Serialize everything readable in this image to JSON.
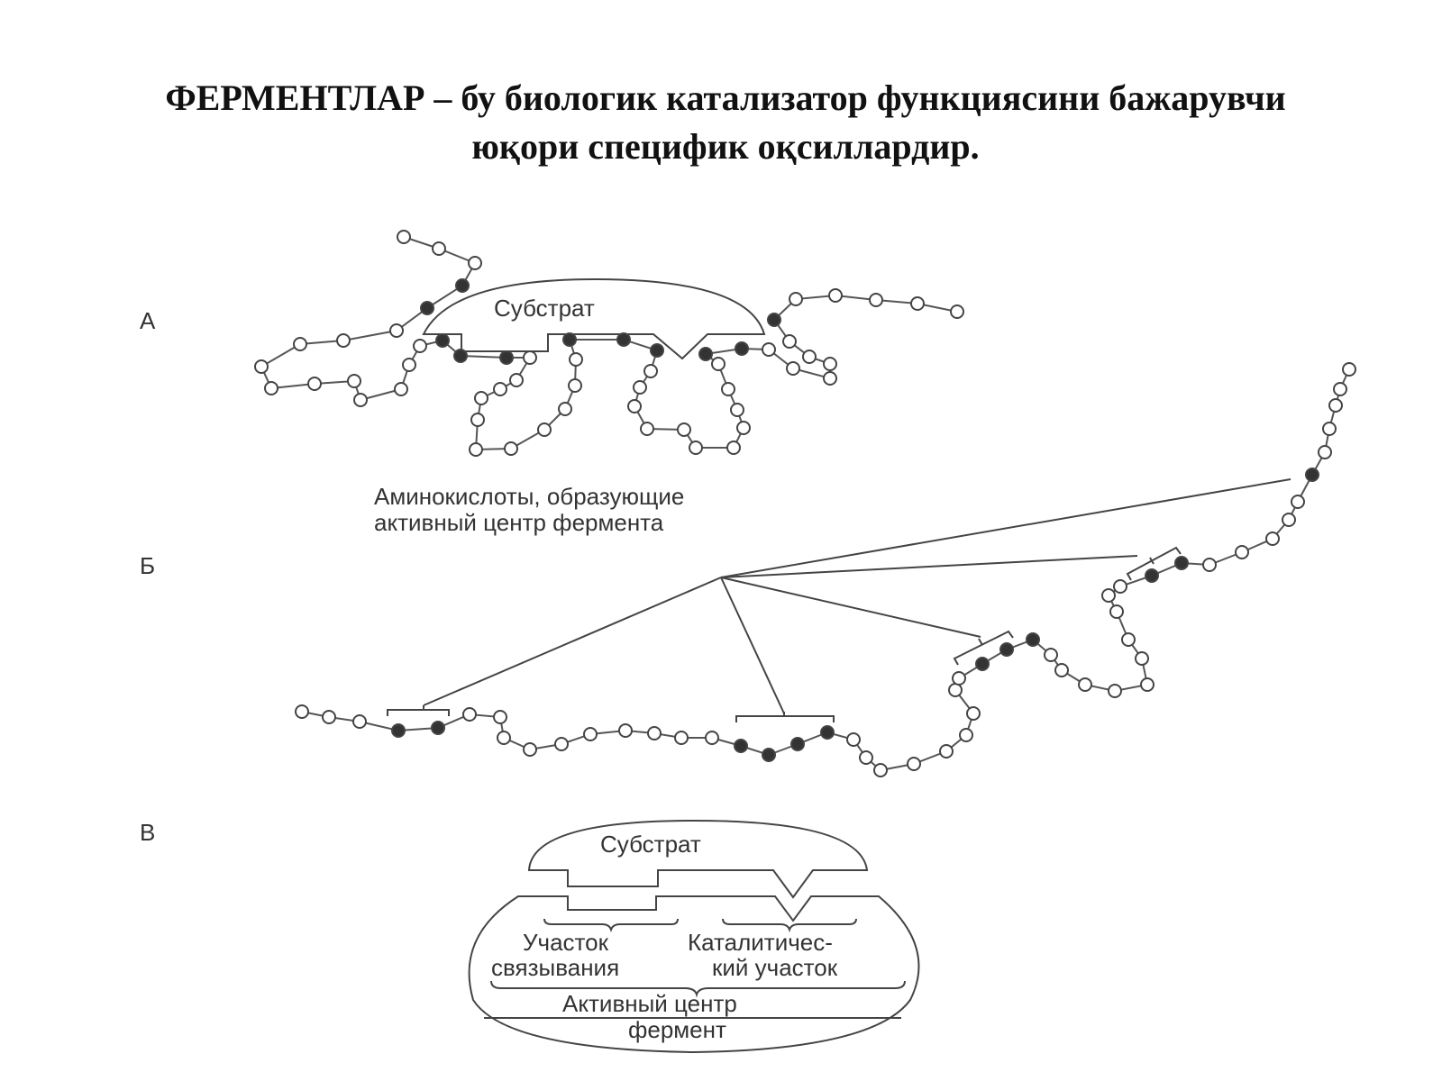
{
  "title": {
    "line1": "ФЕРМЕНТЛАР – бу биологик катализатор функциясини бажарувчи",
    "line2": "юқори специфик оқсиллардир."
  },
  "panels": {
    "a": "А",
    "b": "Б",
    "c": "В"
  },
  "labels": {
    "substrate_a": "Субстрат",
    "amino_line1": "Аминокислоты, образующие",
    "amino_line2": "активный центр фермента",
    "substrate_c": "Субстрат",
    "binding_line1": "Участок",
    "binding_line2": "связывания",
    "catalytic_line1": "Каталитичес-",
    "catalytic_line2": "кий участок",
    "active_line1": "Активный центр",
    "active_line2": "фермент"
  }
}
